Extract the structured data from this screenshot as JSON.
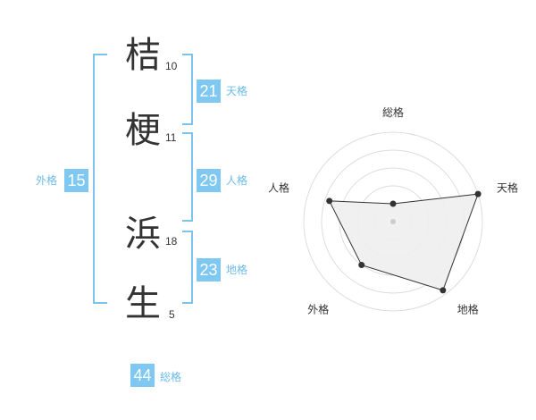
{
  "name_chars": [
    {
      "char": "桔",
      "strokes": "10"
    },
    {
      "char": "梗",
      "strokes": "11"
    },
    {
      "char": "浜",
      "strokes": "18"
    },
    {
      "char": "生",
      "strokes": "5"
    }
  ],
  "kakaku": {
    "tenkaku": {
      "value": "21",
      "label": "天格"
    },
    "jinkaku": {
      "value": "29",
      "label": "人格"
    },
    "chikaku": {
      "value": "23",
      "label": "地格"
    },
    "gaikaku": {
      "value": "15",
      "label": "外格"
    },
    "soukaku": {
      "value": "44",
      "label": "総格"
    }
  },
  "colors": {
    "accent": "#7ec8f2",
    "bracket": "#7ec3ef",
    "label": "#6bbbe8"
  },
  "chart_data": {
    "type": "radar",
    "axes": [
      "総格",
      "天格",
      "地格",
      "外格",
      "人格"
    ],
    "values": [
      0.2,
      1.0,
      0.95,
      0.6,
      0.75
    ],
    "rings": 5,
    "grid": true
  }
}
